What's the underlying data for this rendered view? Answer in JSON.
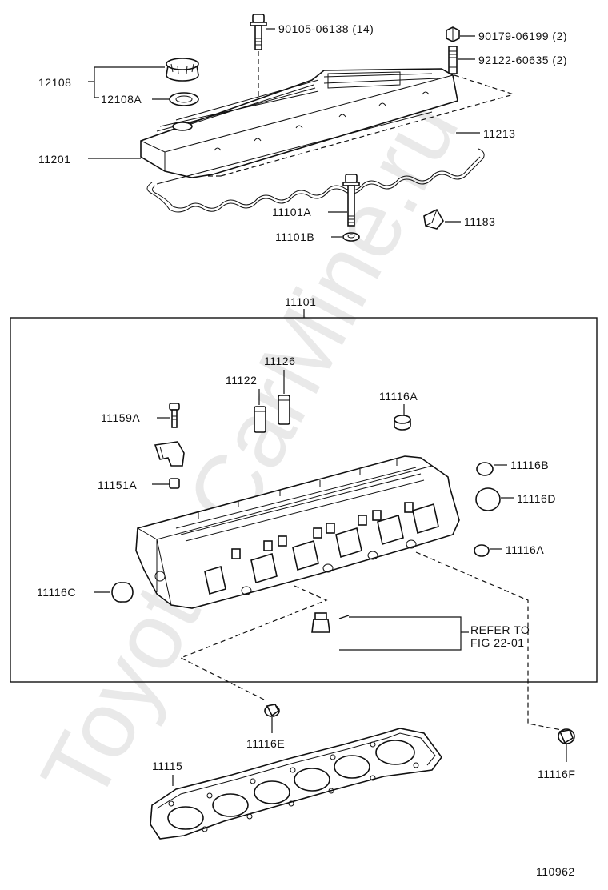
{
  "watermark": "Toyota-CarMine.ru",
  "figure_number": "110962",
  "labels": {
    "bolt_cover": "90105-06138 (14)",
    "nut_stud": "90179-06199 (2)",
    "stud": "92122-60635 (2)",
    "cap": "12108",
    "cap_gasket": "12108A",
    "cover": "11201",
    "cover_gasket": "11213",
    "head_bolt": "11101A",
    "head_washer": "11101B",
    "plug_seal": "11183",
    "head_assy": "11101",
    "guide_126": "11126",
    "guide_122": "11122",
    "bolt_159a": "11159A",
    "plug_116a_top": "11116A",
    "bracket_151a": "11151A",
    "plug_116b": "11116B",
    "plug_116d": "11116D",
    "plug_116a_right": "11116A",
    "plug_116c": "11116C",
    "refer_line1": "REFER TO",
    "refer_line2": "FIG 22-01",
    "plug_116e": "11116E",
    "head_gasket": "11115",
    "plug_116f": "11116F"
  }
}
